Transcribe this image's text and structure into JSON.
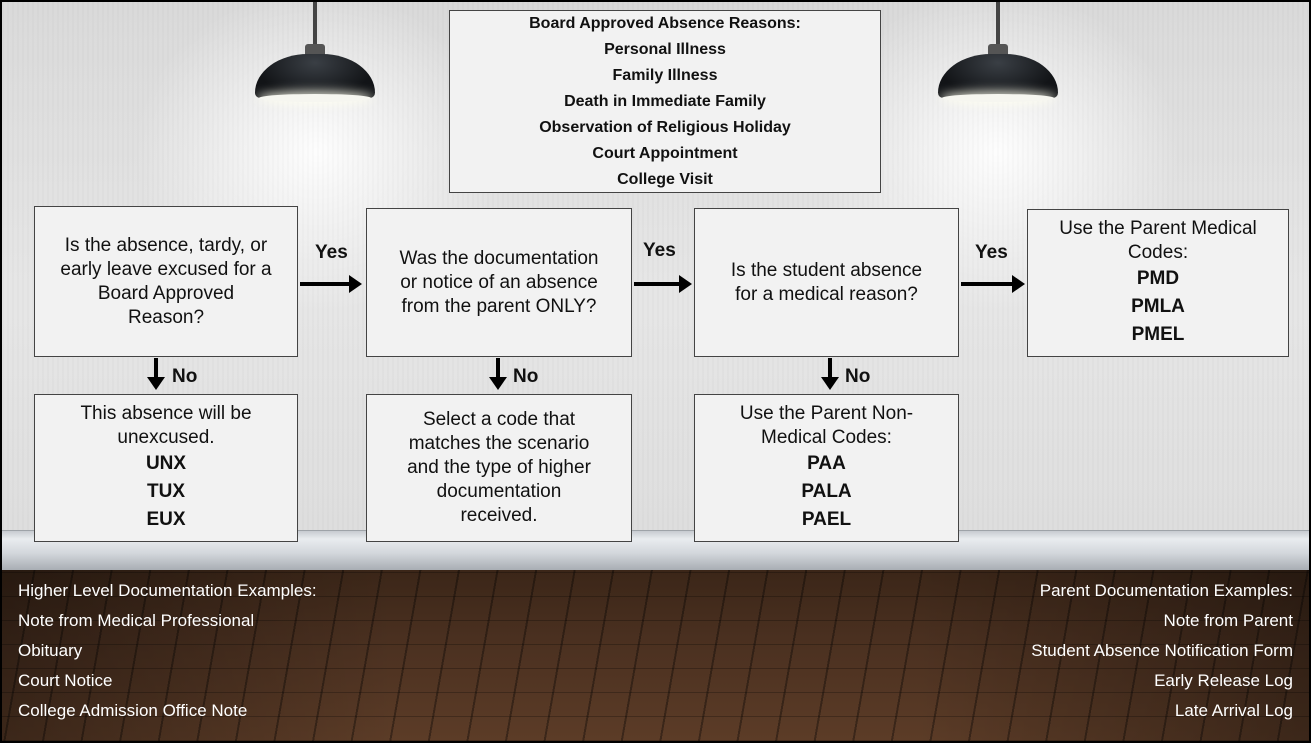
{
  "board_reasons": {
    "title": "Board Approved Absence Reasons:",
    "items": [
      "Personal Illness",
      "Family Illness",
      "Death in Immediate Family",
      "Observation of Religious Holiday",
      "Court Appointment",
      "College Visit"
    ]
  },
  "decisions": [
    {
      "lines": [
        "Is the absence, tardy, or",
        "early leave excused for a",
        "Board Approved",
        "Reason?"
      ]
    },
    {
      "lines": [
        "Was the documentation",
        "or notice of an absence",
        "from the parent ONLY?"
      ]
    },
    {
      "lines": [
        "Is the student absence",
        "for a medical reason?"
      ]
    }
  ],
  "parent_medical": {
    "lines": [
      "Use the Parent Medical",
      "Codes:"
    ],
    "codes": [
      "PMD",
      "PMLA",
      "PMEL"
    ]
  },
  "unexcused": {
    "lines": [
      "This absence will be",
      "unexcused."
    ],
    "codes": [
      "UNX",
      "TUX",
      "EUX"
    ]
  },
  "select_code": {
    "lines": [
      "Select a code that",
      "matches the scenario",
      "and the type of higher",
      "documentation",
      "received."
    ]
  },
  "parent_non_medical": {
    "lines": [
      "Use the Parent Non-",
      "Medical Codes:"
    ],
    "codes": [
      "PAA",
      "PALA",
      "PAEL"
    ]
  },
  "labels": {
    "yes": "Yes",
    "no": "No"
  },
  "higher_level_docs": {
    "title": "Higher Level Documentation Examples:",
    "items": [
      "Note from Medical Professional",
      "Obituary",
      "Court Notice",
      "College Admission Office Note"
    ]
  },
  "parent_docs": {
    "title": "Parent Documentation Examples:",
    "items": [
      "Note from Parent",
      "Student Absence Notification Form",
      "Early Release Log",
      "Late Arrival Log"
    ]
  }
}
